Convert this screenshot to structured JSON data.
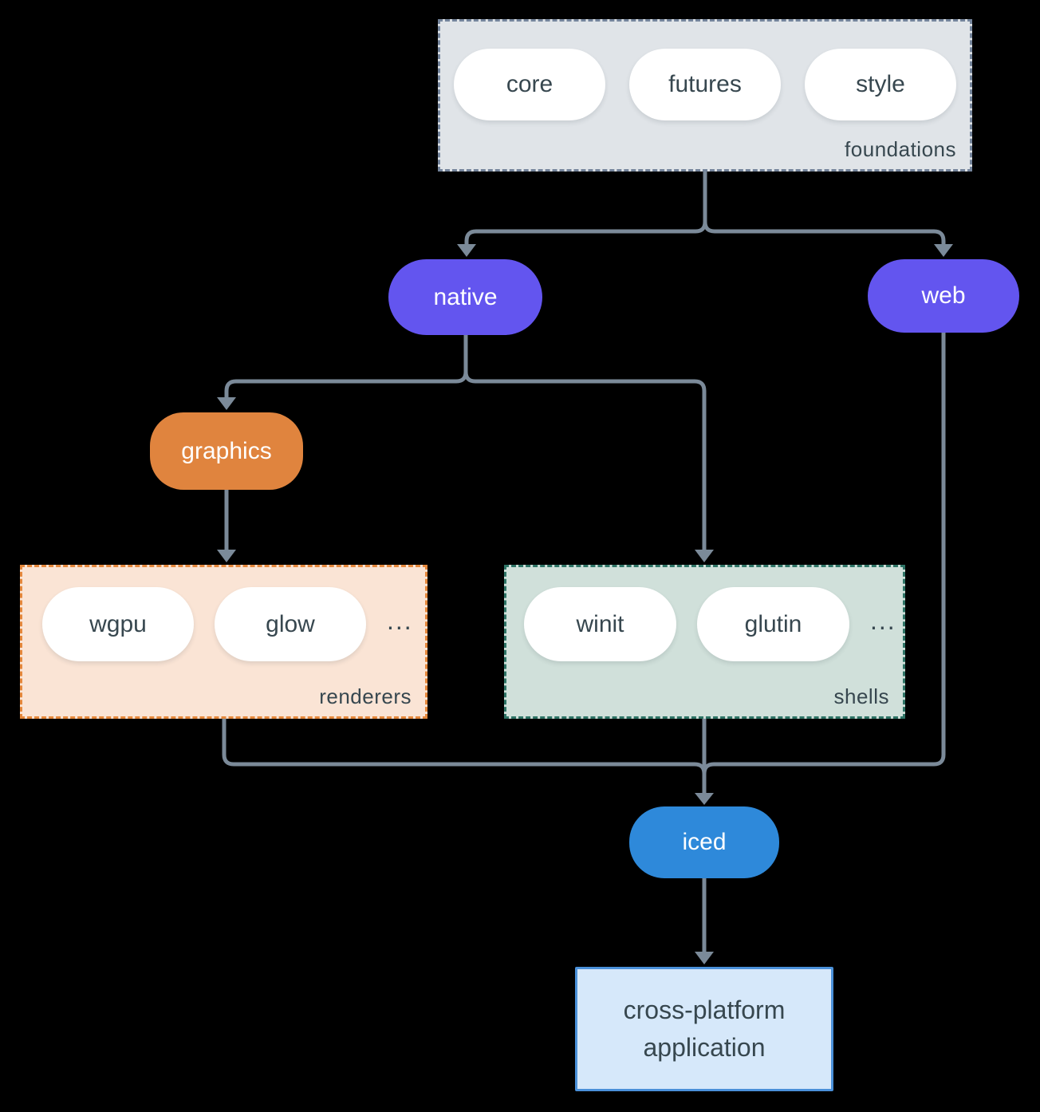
{
  "diagram": {
    "background_color": "#000000",
    "connector_color": "#7b8a99",
    "text_color": "#37474f",
    "groups": {
      "foundations": {
        "label": "foundations",
        "fill": "#e0e4e8",
        "border": "#74849b",
        "items": [
          "core",
          "futures",
          "style"
        ]
      },
      "renderers": {
        "label": "renderers",
        "fill": "#fae4d5",
        "border": "#e5883c",
        "items": [
          "wgpu",
          "glow"
        ],
        "more": "..."
      },
      "shells": {
        "label": "shells",
        "fill": "#d0e0da",
        "border": "#2e7466",
        "items": [
          "winit",
          "glutin"
        ],
        "more": "..."
      }
    },
    "nodes": {
      "native": {
        "label": "native",
        "fill": "#6355ef"
      },
      "web": {
        "label": "web",
        "fill": "#6355ef"
      },
      "graphics": {
        "label": "graphics",
        "fill": "#e0843e"
      },
      "iced": {
        "label": "iced",
        "fill": "#2e89da"
      },
      "application": {
        "line1": "cross-platform",
        "line2": "application",
        "fill": "#d6e8fa",
        "border": "#4a90d9"
      }
    },
    "edges": [
      {
        "from": "foundations",
        "to": "native"
      },
      {
        "from": "foundations",
        "to": "web"
      },
      {
        "from": "native",
        "to": "graphics"
      },
      {
        "from": "native",
        "to": "shells"
      },
      {
        "from": "graphics",
        "to": "renderers"
      },
      {
        "from": "renderers",
        "to": "iced"
      },
      {
        "from": "shells",
        "to": "iced"
      },
      {
        "from": "web",
        "to": "iced"
      },
      {
        "from": "iced",
        "to": "application"
      }
    ]
  }
}
